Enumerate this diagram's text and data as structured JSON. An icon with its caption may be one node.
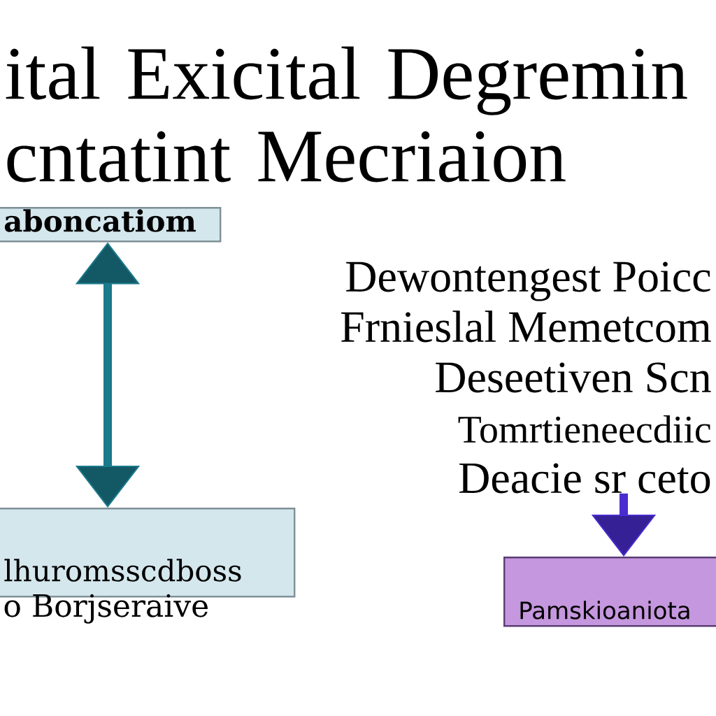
{
  "diagram": {
    "title": "ital Exicital Degremin cntatint Mecriaion",
    "nodes": [
      {
        "text": [
          "aboncatiom"
        ]
      },
      {
        "text": [
          "Dewontengest Poicc",
          "Frnieslal Memetcom",
          "Deseetiven Scn",
          "Tomrtieneecdiic",
          "Deacie sr ceto"
        ]
      },
      {
        "text": [
          "lhuromsscdboss",
          "o Borjseraive"
        ]
      },
      {
        "text": [
          "Pamskioaniota"
        ]
      }
    ],
    "edges": [
      {
        "from": 0,
        "to": 2,
        "arrow": "both",
        "color": "#1b7a8c"
      },
      {
        "from": 1,
        "to": 3,
        "arrow": "to",
        "color": "#4a2ccf"
      }
    ]
  }
}
